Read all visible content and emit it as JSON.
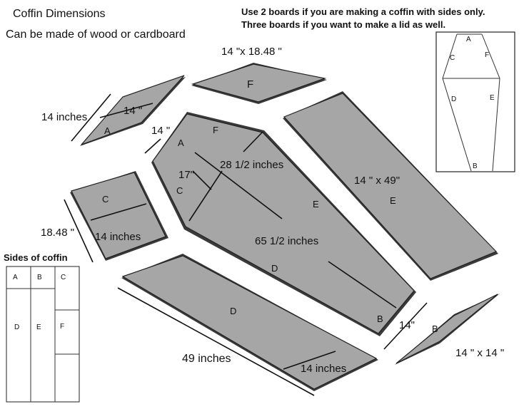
{
  "header": {
    "title": "Coffin Dimensions",
    "subtitle": "Can be made of wood or cardboard",
    "note_line1": "Use 2 boards if you are making a coffin with sides only.",
    "note_line2": "Three boards if you want to make a lid as well."
  },
  "pieces": {
    "A": "A",
    "B": "B",
    "C": "C",
    "D": "D",
    "E": "E",
    "F": "F"
  },
  "dimensions": {
    "f_top": "14 \"x  18.48 \"",
    "a_outer": "14 inches",
    "a_inner": "14 \"",
    "lid_top": "14 \"",
    "lid_width": "28 1/2 inches",
    "lid_17": "17\"",
    "lid_length": "65 1/2 inches",
    "e_piece": "14 \" x 49\"",
    "c_side": "18.48 \"",
    "c_inner": "14 inches",
    "d_length": "49 inches",
    "d_inner": "14 inches",
    "b_side": "14\"",
    "b_piece": "14 \" x 14 \""
  },
  "sides_section": {
    "title": "Sides of coffin",
    "cells": [
      "A",
      "B",
      "C",
      "D",
      "E",
      "F"
    ]
  },
  "board_layout": {
    "labels": [
      "A",
      "C",
      "F",
      "D",
      "E",
      "B"
    ]
  }
}
